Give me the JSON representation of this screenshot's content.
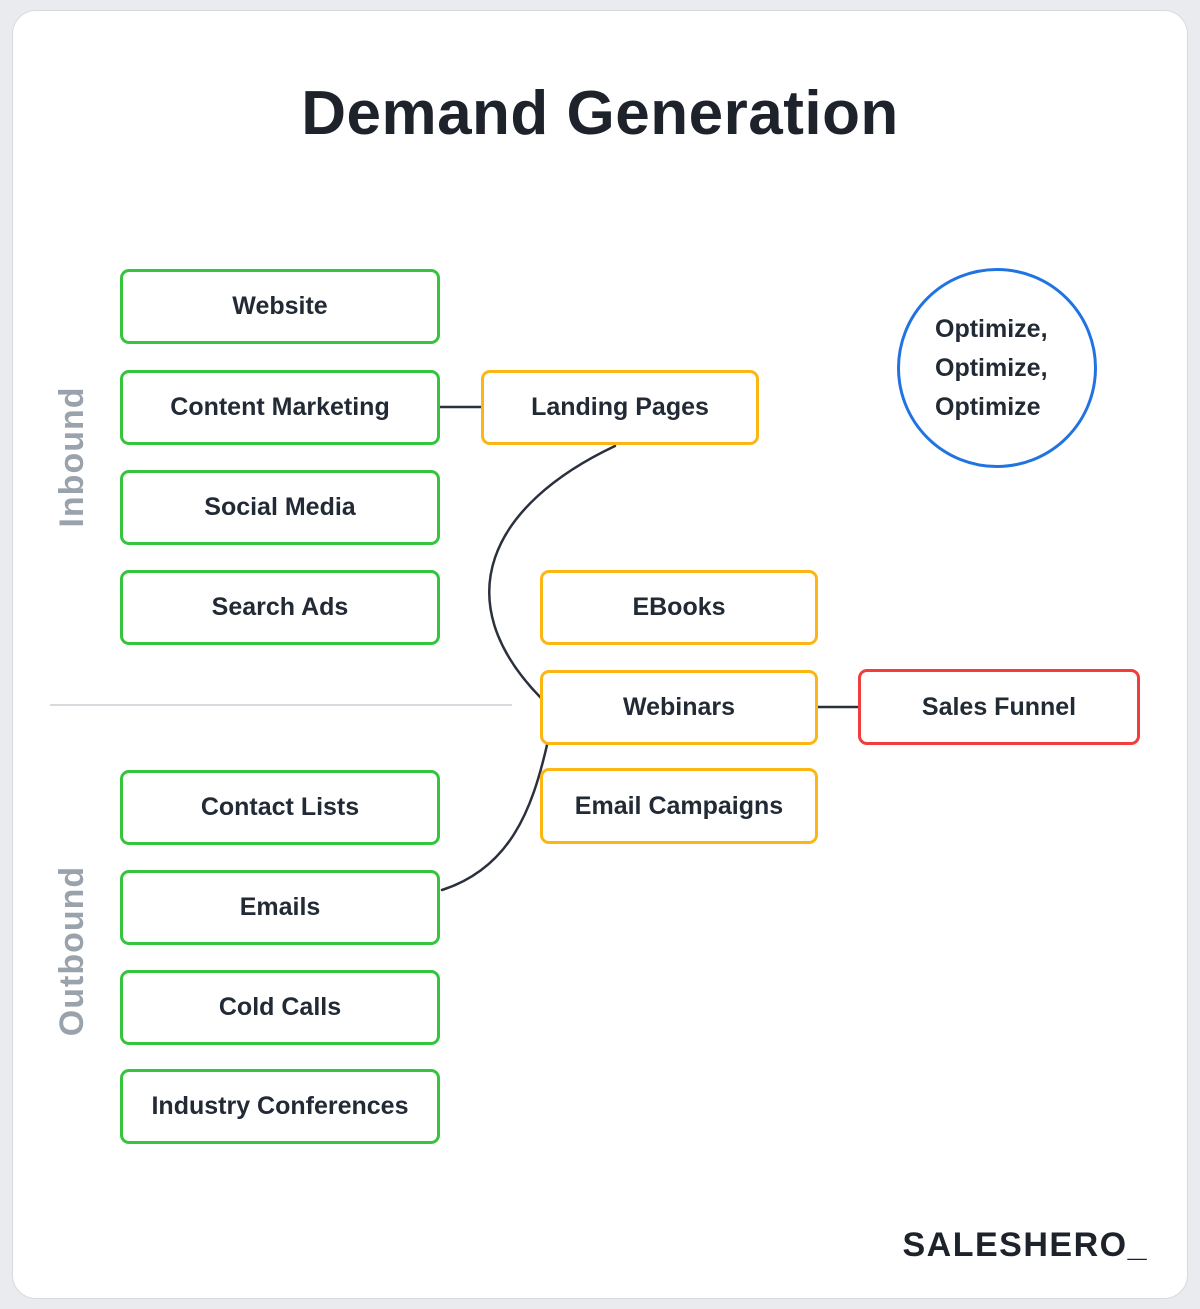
{
  "title": "Demand Generation",
  "sections": {
    "inbound": {
      "label": "Inbound",
      "items": [
        "Website",
        "Content Marketing",
        "Social Media",
        "Search Ads"
      ]
    },
    "outbound": {
      "label": "Outbound",
      "items": [
        "Contact Lists",
        "Emails",
        "Cold Calls",
        "Industry Conferences"
      ]
    }
  },
  "assets": {
    "items": [
      "Landing Pages",
      "EBooks",
      "Webinars",
      "Email Campaigns"
    ]
  },
  "funnel": {
    "label": "Sales Funnel"
  },
  "optimize": {
    "line1": "Optimize,",
    "line2": "Optimize,",
    "line3": "Optimize"
  },
  "logo": "SALESHERO_",
  "colors": {
    "green": "#35c53c",
    "yellow": "#fcb614",
    "red": "#f23d3d",
    "blue": "#2173e2",
    "ink": "#222a35",
    "muted": "#9aa2ab",
    "line": "#2a313c"
  }
}
